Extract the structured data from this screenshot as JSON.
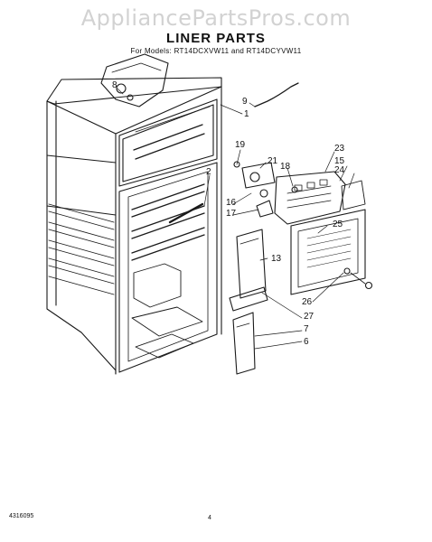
{
  "watermark": "AppliancePartsPros.com",
  "title": "LINER PARTS",
  "subtitle": "For Models: RT14DCXVW11 and RT14DCYVW11",
  "callouts": [
    "9",
    "1",
    "8",
    "19",
    "21",
    "23",
    "15",
    "24",
    "2",
    "18",
    "16",
    "17",
    "25",
    "13",
    "26",
    "27",
    "7",
    "6"
  ],
  "document_number": "4316095",
  "page_number": "4"
}
